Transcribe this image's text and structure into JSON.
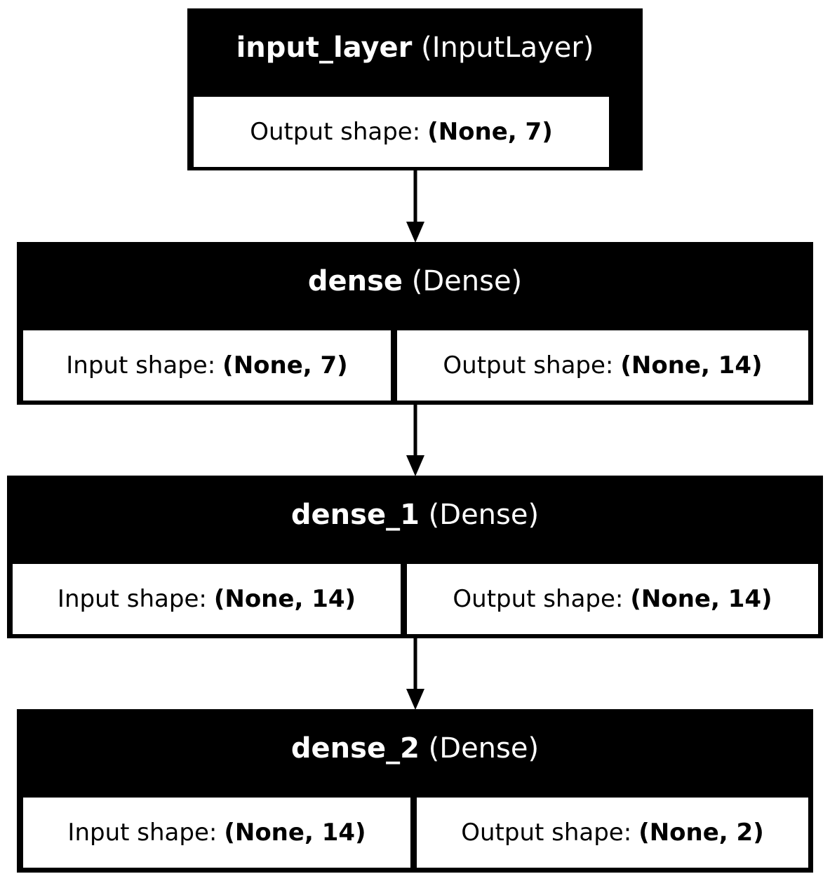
{
  "nodes": [
    {
      "name": "input_layer",
      "type": "(InputLayer)",
      "output_label": "Output shape:",
      "output_shape": "(None, 7)"
    },
    {
      "name": "dense",
      "type": "(Dense)",
      "input_label": "Input shape:",
      "input_shape": "(None, 7)",
      "output_label": "Output shape:",
      "output_shape": "(None, 14)"
    },
    {
      "name": "dense_1",
      "type": "(Dense)",
      "input_label": "Input shape:",
      "input_shape": "(None, 14)",
      "output_label": "Output shape:",
      "output_shape": "(None, 14)"
    },
    {
      "name": "dense_2",
      "type": "(Dense)",
      "input_label": "Input shape:",
      "input_shape": "(None, 14)",
      "output_label": "Output shape:",
      "output_shape": "(None, 2)"
    }
  ],
  "edges": [
    {
      "from": "input_layer",
      "to": "dense"
    },
    {
      "from": "dense",
      "to": "dense_1"
    },
    {
      "from": "dense_1",
      "to": "dense_2"
    }
  ],
  "colors": {
    "node_fill": "#000000",
    "cell_fill": "#ffffff",
    "title_text": "#ffffff",
    "edge": "#000000"
  }
}
